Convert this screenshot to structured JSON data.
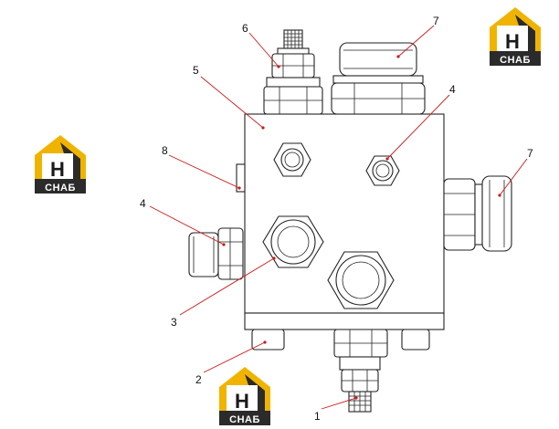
{
  "logo": {
    "letter": "H",
    "word": "СНАБ",
    "colors": {
      "gold": "#f0b400",
      "dark": "#2b2b2b",
      "white": "#ffffff"
    }
  },
  "callouts": {
    "c1": "1",
    "c2": "2",
    "c3": "3",
    "c4_top": "4",
    "c4_left": "4",
    "c5": "5",
    "c6": "6",
    "c7_top": "7",
    "c7_right": "7",
    "c8": "8"
  },
  "colors": {
    "line": "#222222",
    "leader": "#cc1a1a",
    "background": "#ffffff"
  }
}
